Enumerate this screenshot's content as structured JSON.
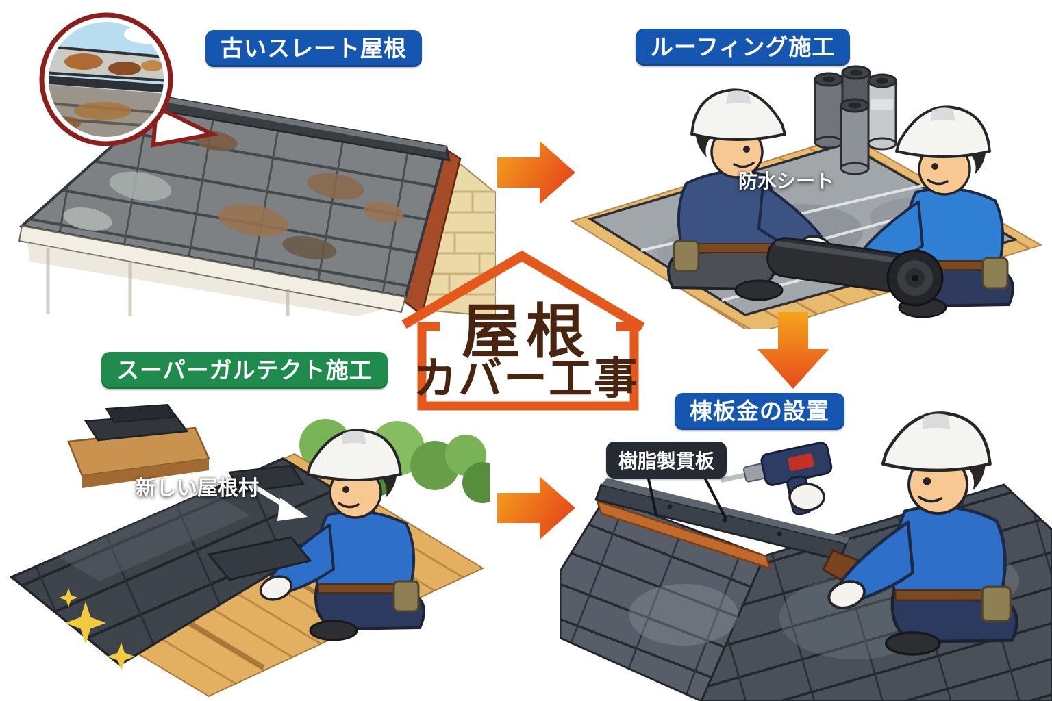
{
  "center_badge": {
    "line1": "屋根",
    "line2": "カバー工事"
  },
  "steps": {
    "old_roof": {
      "label": "古いスレート屋根"
    },
    "underlayment": {
      "label": "ルーフィング施工",
      "sheet_caption": "防水シート"
    },
    "metal_roofing": {
      "label": "スーパーガルテクト施工",
      "caption": "新しい屋根村"
    },
    "ridge_cap": {
      "label": "棟板金の設置",
      "callout": "樹脂製貫板"
    }
  },
  "colors": {
    "label_blue": "#1557b0",
    "label_green": "#1f8b4d",
    "callout_dark": "#262b33",
    "accent_orange": "#e5581b",
    "arrow_gradient_start": "#f6a41c",
    "arrow_gradient_end": "#e5491a",
    "center_text_brown": "#49250f"
  }
}
